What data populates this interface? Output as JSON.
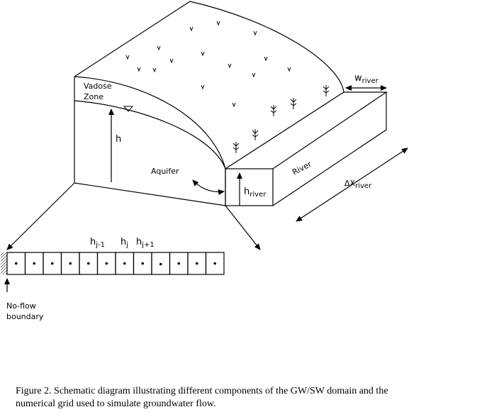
{
  "diagram": {
    "labels": {
      "vadose": "Vadose",
      "zone": "Zone",
      "h": "h",
      "aquifer": "Aquifer",
      "river": "River",
      "h_river_main": "h",
      "h_river_sub": "river",
      "w_river_main": "w",
      "w_river_sub": "river",
      "dx_main": "ΔX",
      "dx_sub": "river",
      "hj_minus_main": "h",
      "hj_minus_sub": "j-1",
      "hj_main": "h",
      "hj_sub": "j",
      "hj_plus_main": "h",
      "hj_plus_sub": "j+1",
      "no_flow_1": "No-flow",
      "no_flow_2": "boundary"
    },
    "grid_cells": 12
  },
  "caption": {
    "line1": "Figure 2. Schematic diagram illustrating different components of the GW/SW domain and the",
    "line2": "numerical grid used to simulate groundwater flow."
  }
}
